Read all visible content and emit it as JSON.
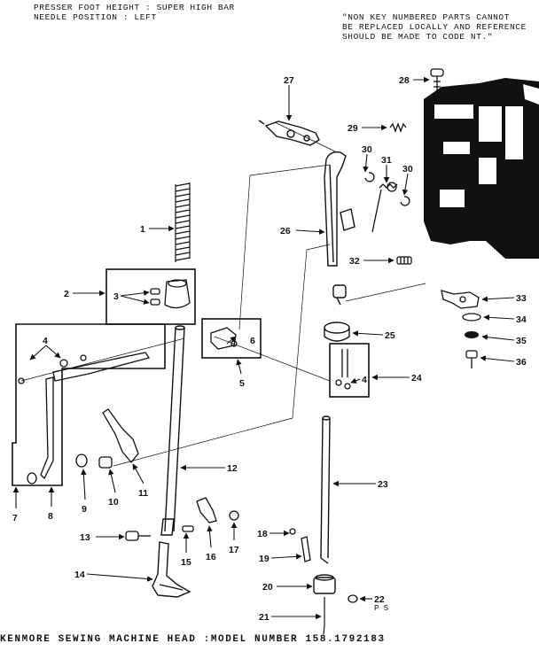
{
  "header": {
    "left_lines": [
      "PRESSER FOOT HEIGHT : SUPER HIGH BAR",
      "NEEDLE POSITION : LEFT"
    ],
    "right_lines": [
      "\"NON KEY NUMBERED PARTS CANNOT",
      "BE REPLACED LOCALLY AND REFERENCE",
      "SHOULD BE MADE TO CODE NT.\""
    ]
  },
  "footer": "KENMORE SEWING MACHINE HEAD :MODEL NUMBER 158.1792183",
  "ps_mark": "P S",
  "callouts": [
    "1",
    "2",
    "3",
    "4",
    "4",
    "5",
    "6",
    "7",
    "8",
    "9",
    "10",
    "11",
    "12",
    "13",
    "14",
    "15",
    "16",
    "17",
    "18",
    "19",
    "20",
    "21",
    "22",
    "23",
    "24",
    "25",
    "26",
    "27",
    "28",
    "29",
    "30",
    "30",
    "31",
    "32",
    "33",
    "34",
    "35",
    "36"
  ]
}
